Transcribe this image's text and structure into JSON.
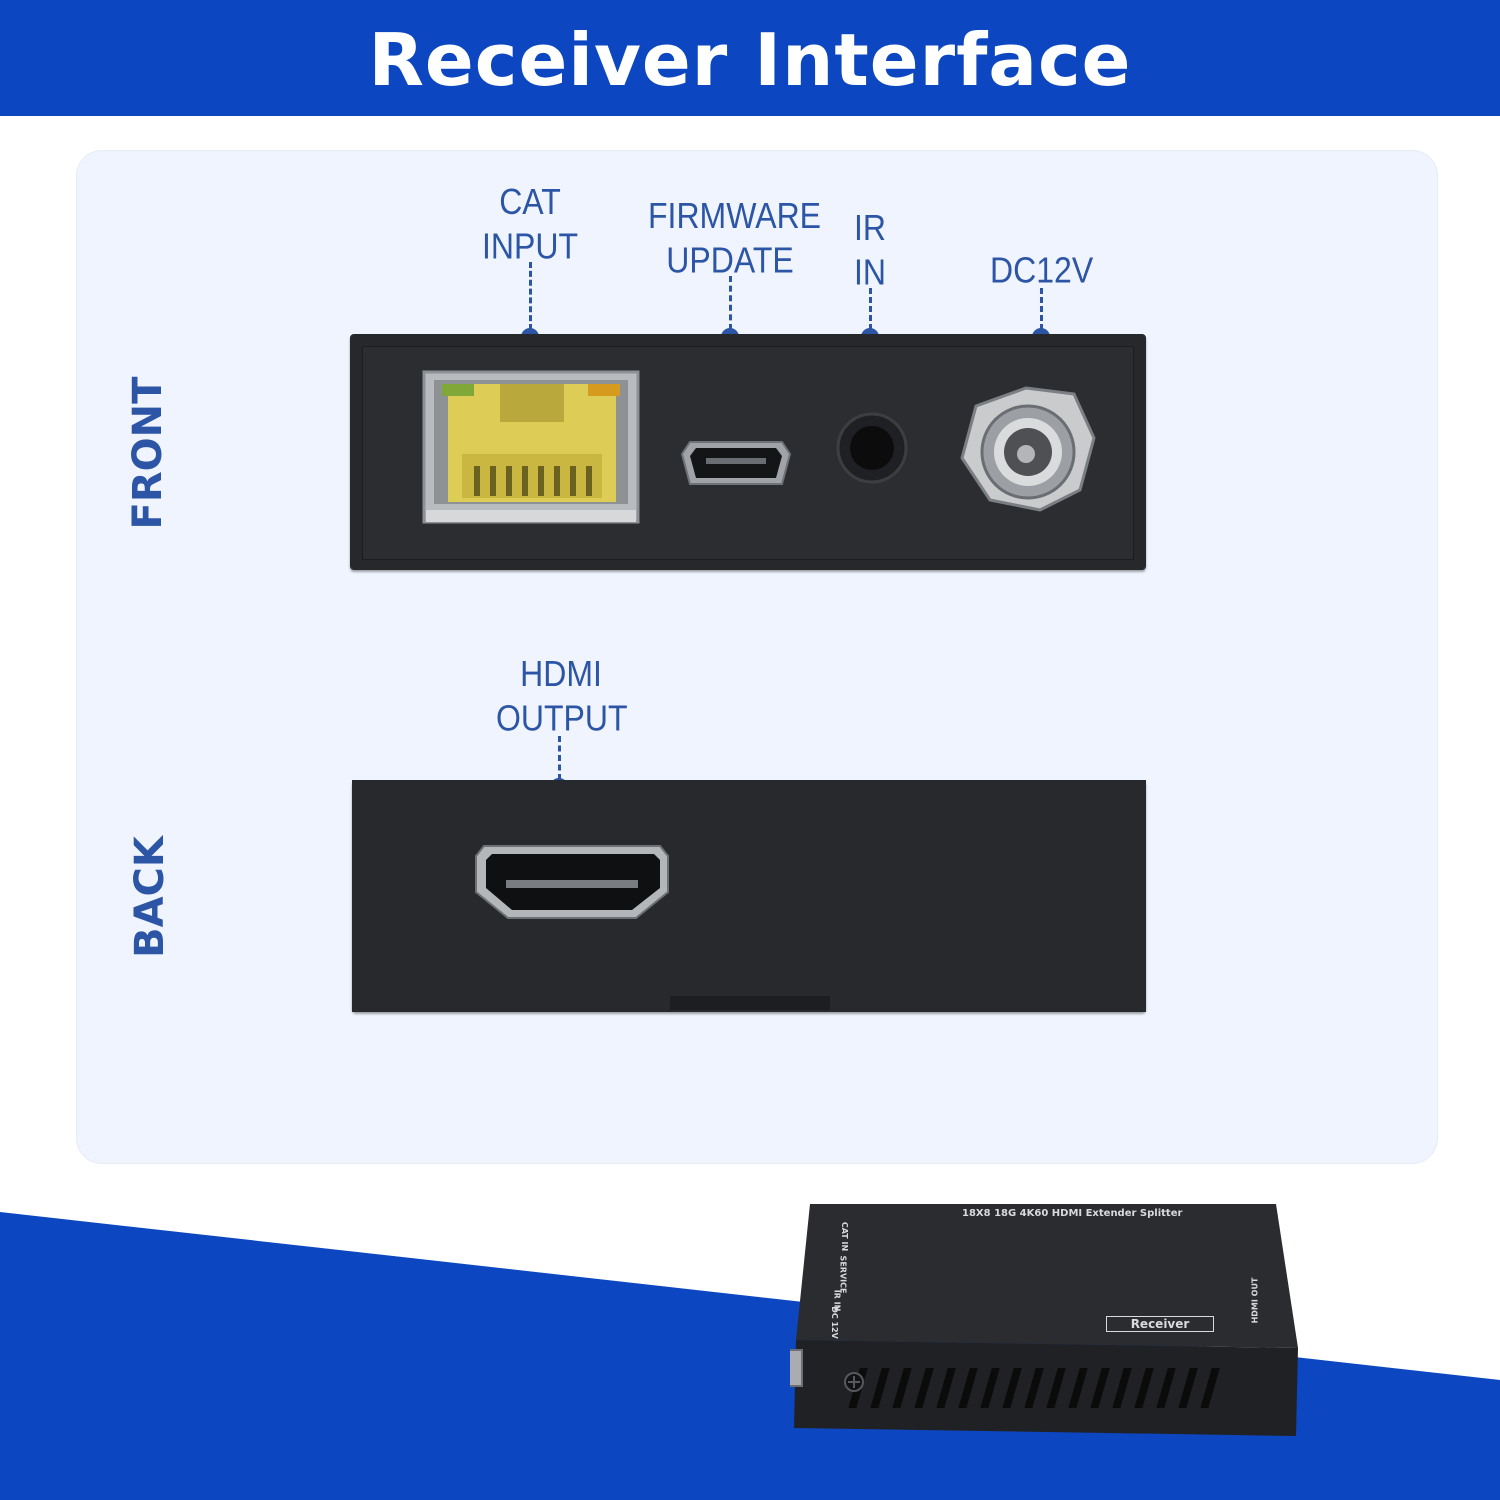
{
  "header": {
    "title": "Receiver Interface",
    "background": "#0c47c1"
  },
  "panel": {
    "front_label": "FRONT",
    "back_label": "BACK",
    "callouts": {
      "cat_input": [
        "CAT",
        "INPUT"
      ],
      "firmware_update": [
        "FIRMWARE",
        "UPDATE"
      ],
      "ir_in": [
        "IR",
        "IN"
      ],
      "dc12v": [
        "DC12V"
      ],
      "hdmi_output": [
        "HDMI",
        "OUTPUT"
      ]
    },
    "accent": "#2c55a6"
  },
  "product": {
    "top_label": "18X8 18G 4K60 HDMI Extender Splitter",
    "badge": "Receiver",
    "side_ports": [
      "CAT IN",
      "SERVICE",
      "IR IN",
      "DC 12V"
    ],
    "hdmi_out": "HDMI OUT"
  },
  "icons": [
    "rj45-port-icon",
    "micro-usb-port-icon",
    "audio-jack-icon",
    "dc-barrel-icon",
    "hdmi-port-icon",
    "screw-icon"
  ]
}
